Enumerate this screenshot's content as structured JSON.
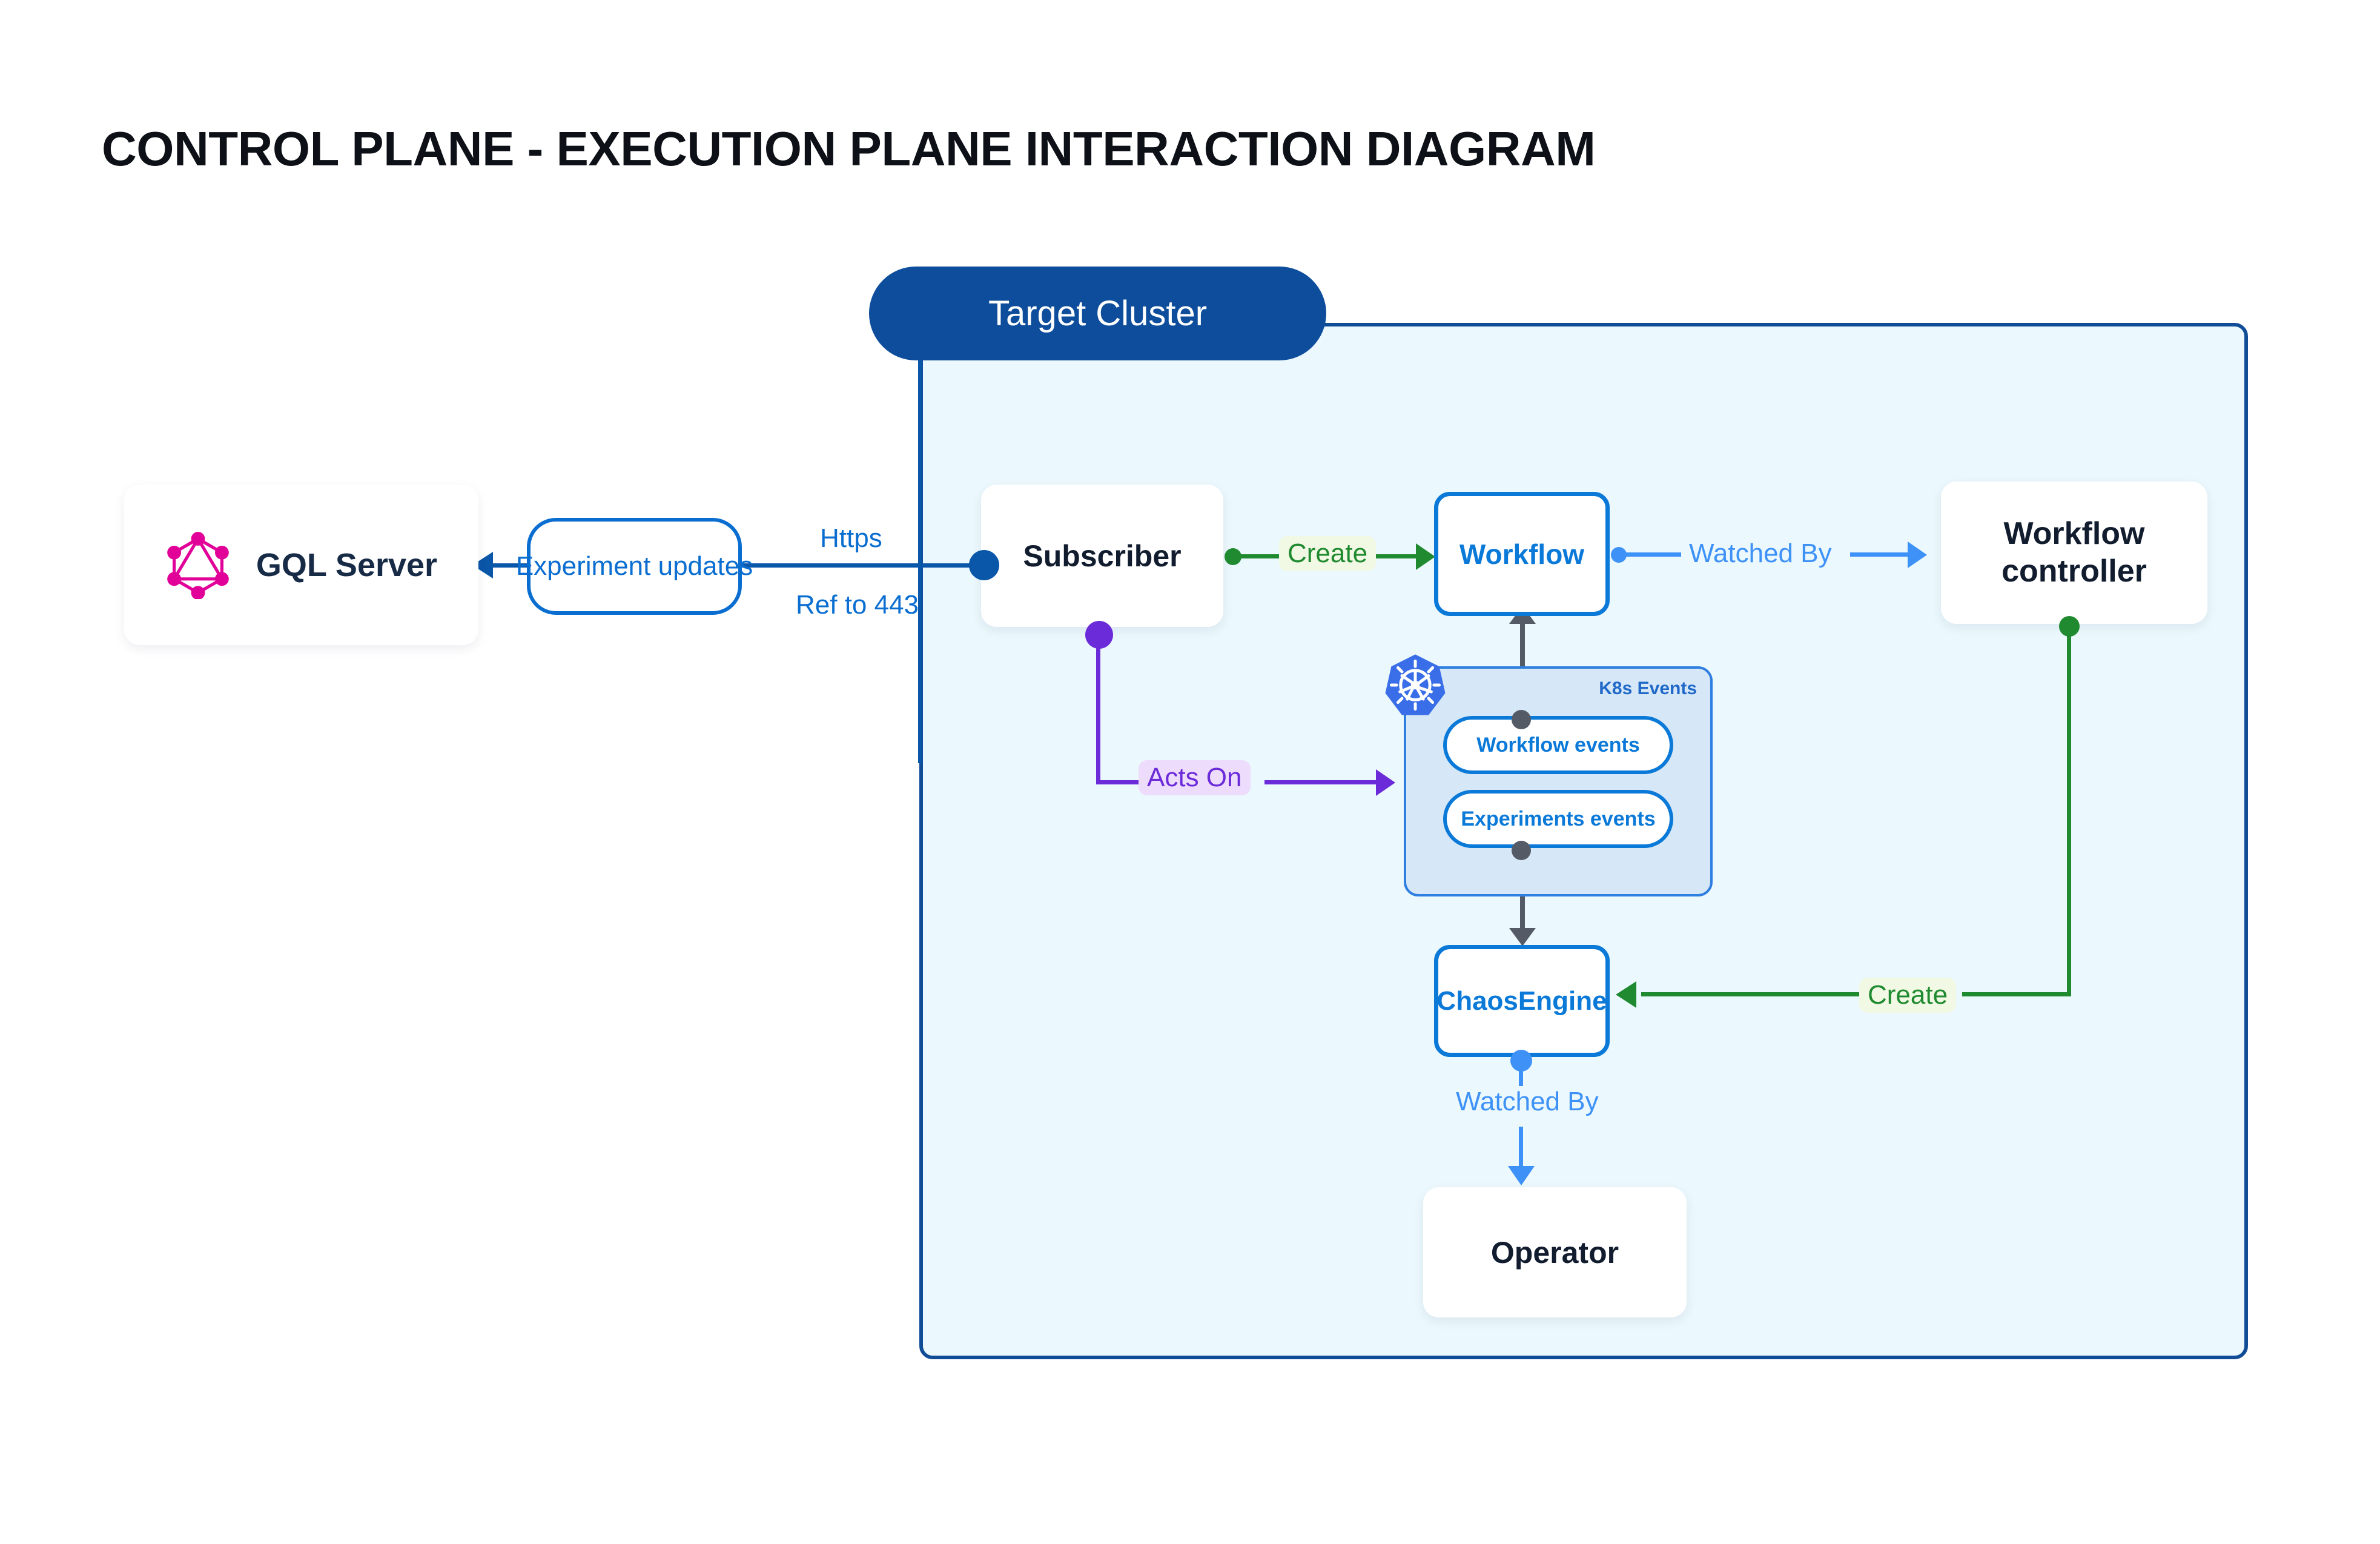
{
  "page": {
    "title": "CONTROL PLANE - EXECUTION PLANE INTERACTION DIAGRAM",
    "background": "#ffffff"
  },
  "cluster": {
    "badge_label": "Target Cluster",
    "badge_color": "#0d4d9b",
    "body_fill": "#ebf8fd",
    "body_border": "#114d97"
  },
  "nodes": {
    "gql_server": {
      "label": "GQL Server",
      "icon": "graphql-icon",
      "icon_color": "#e10098"
    },
    "subscriber": {
      "label": "Subscriber"
    },
    "workflow": {
      "label": "Workflow",
      "accent": "#0a79d8"
    },
    "workflow_controller": {
      "label_line1": "Workflow",
      "label_line2": "controller"
    },
    "chaos_engine": {
      "label": "ChaosEngine",
      "accent": "#0a79d8"
    },
    "operator": {
      "label": "Operator"
    }
  },
  "k8s_group": {
    "title": "K8s Events",
    "icon": "kubernetes-icon",
    "icon_color": "#3a6ee8",
    "fill": "#d6e7f7",
    "border": "#2f7fe0",
    "items": [
      {
        "label": "Workflow events"
      },
      {
        "label": "Experiments events"
      }
    ]
  },
  "edges": {
    "experiment_updates": {
      "label_line1": "Experiment",
      "label_line2": "updates",
      "color": "#0a6ed1"
    },
    "https": {
      "label": "Https",
      "color": "#0a6ed1"
    },
    "ref_to_443": {
      "label": "Ref to 443",
      "color": "#0a6ed1"
    },
    "create_workflow": {
      "label": "Create",
      "color": "#1f8a30",
      "chip_bg": "#f1f8e3"
    },
    "create_chaosengine": {
      "label": "Create",
      "color": "#1f8a30",
      "chip_bg": "#f1f8e3"
    },
    "watched_by_controller": {
      "label": "Watched By",
      "color": "#3e92f7"
    },
    "watched_by_operator": {
      "label": "Watched By",
      "color": "#3e92f7"
    },
    "acts_on": {
      "label": "Acts On",
      "color": "#6c2bd9",
      "chip_bg": "#eddcfb"
    }
  }
}
